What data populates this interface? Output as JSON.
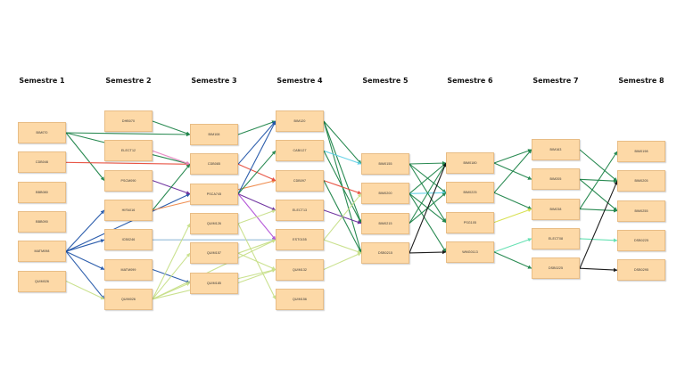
{
  "semesters": [
    {
      "title": "Semestre 1",
      "courses": [
        "BIM070",
        "CDB046",
        "BBB080",
        "BBB090",
        "MATM098",
        "QUIM026"
      ]
    },
    {
      "title": "Semestre 2",
      "courses": [
        "DHB070",
        "ELECT12",
        "PSCM090",
        "HIFA016",
        "ICB0246",
        "MATM099",
        "QUIM026"
      ]
    },
    {
      "title": "Semestre 3",
      "courses": [
        "BIM108",
        "CDB085",
        "PSCA745",
        "QUIM126",
        "QUIM157",
        "QUIM185"
      ]
    },
    {
      "title": "Semestre 4",
      "courses": [
        "BIM120",
        "CABI127",
        "CDB097",
        "ELECT13",
        "EST0155",
        "QUIM132",
        "QUIM156"
      ]
    },
    {
      "title": "Semestre 5",
      "courses": [
        "BIM0155",
        "BIM0200",
        "BIM0215",
        "DSB0215"
      ]
    },
    {
      "title": "Semestre 6",
      "courses": [
        "BIM0180",
        "BIM0225",
        "PSG105",
        "WMG0113"
      ]
    },
    {
      "title": "Semestre 7",
      "courses": [
        "BIM163",
        "BIM205",
        "BIM238",
        "ELECT08",
        "DSB0225"
      ]
    },
    {
      "title": "Semestre 8",
      "courses": [
        "BIM0198",
        "BIM0205",
        "BIM0255",
        "DSB0225",
        "DSB0295"
      ]
    }
  ],
  "edges": [
    {
      "from": [
        0,
        0
      ],
      "to": [
        1,
        2
      ],
      "color": "#1e8449"
    },
    {
      "from": [
        0,
        0
      ],
      "to": [
        2,
        0
      ],
      "color": "#1e8449"
    },
    {
      "from": [
        0,
        0
      ],
      "to": [
        2,
        1
      ],
      "color": "#1e8449"
    },
    {
      "from": [
        0,
        1
      ],
      "to": [
        2,
        1
      ],
      "color": "#e74c3c"
    },
    {
      "from": [
        0,
        4
      ],
      "to": [
        1,
        3
      ],
      "color": "#2155a8"
    },
    {
      "from": [
        0,
        4
      ],
      "to": [
        1,
        4
      ],
      "color": "#2155a8"
    },
    {
      "from": [
        0,
        4
      ],
      "to": [
        1,
        5
      ],
      "color": "#2155a8"
    },
    {
      "from": [
        0,
        4
      ],
      "to": [
        1,
        6
      ],
      "color": "#2155a8"
    },
    {
      "from": [
        0,
        4
      ],
      "to": [
        2,
        2
      ],
      "color": "#2155a8"
    },
    {
      "from": [
        0,
        5
      ],
      "to": [
        1,
        6
      ],
      "color": "#c8e08a"
    },
    {
      "from": [
        1,
        0
      ],
      "to": [
        2,
        0
      ],
      "color": "#1e8449"
    },
    {
      "from": [
        1,
        1
      ],
      "to": [
        2,
        1
      ],
      "color": "#e889c4"
    },
    {
      "from": [
        1,
        2
      ],
      "to": [
        2,
        2
      ],
      "color": "#6a2c9c"
    },
    {
      "from": [
        1,
        3
      ],
      "to": [
        2,
        1
      ],
      "color": "#1e8449"
    },
    {
      "from": [
        1,
        3
      ],
      "to": [
        3,
        2
      ],
      "color": "#ef8a4a"
    },
    {
      "from": [
        1,
        4
      ],
      "to": [
        3,
        4
      ],
      "color": "#8fb8d8"
    },
    {
      "from": [
        1,
        5
      ],
      "to": [
        2,
        5
      ],
      "color": "#2155a8"
    },
    {
      "from": [
        1,
        6
      ],
      "to": [
        2,
        3
      ],
      "color": "#c8e08a"
    },
    {
      "from": [
        1,
        6
      ],
      "to": [
        2,
        4
      ],
      "color": "#c8e08a"
    },
    {
      "from": [
        1,
        6
      ],
      "to": [
        2,
        5
      ],
      "color": "#c8e08a"
    },
    {
      "from": [
        1,
        6
      ],
      "to": [
        3,
        4
      ],
      "color": "#c8e08a"
    },
    {
      "from": [
        1,
        6
      ],
      "to": [
        3,
        5
      ],
      "color": "#c8e08a"
    },
    {
      "from": [
        2,
        0
      ],
      "to": [
        3,
        0
      ],
      "color": "#1e8449"
    },
    {
      "from": [
        2,
        1
      ],
      "to": [
        3,
        0
      ],
      "color": "#2155a8"
    },
    {
      "from": [
        2,
        1
      ],
      "to": [
        3,
        2
      ],
      "color": "#e74c3c"
    },
    {
      "from": [
        2,
        2
      ],
      "to": [
        3,
        0
      ],
      "color": "#2155a8"
    },
    {
      "from": [
        2,
        2
      ],
      "to": [
        3,
        1
      ],
      "color": "#1e8449"
    },
    {
      "from": [
        2,
        2
      ],
      "to": [
        3,
        3
      ],
      "color": "#6a2c9c"
    },
    {
      "from": [
        2,
        2
      ],
      "to": [
        3,
        4
      ],
      "color": "#b14fd6"
    },
    {
      "from": [
        2,
        3
      ],
      "to": [
        3,
        3
      ],
      "color": "#c8e08a"
    },
    {
      "from": [
        2,
        3
      ],
      "to": [
        3,
        6
      ],
      "color": "#c8e08a"
    },
    {
      "from": [
        2,
        4
      ],
      "to": [
        3,
        4
      ],
      "color": "#c8e08a"
    },
    {
      "from": [
        2,
        4
      ],
      "to": [
        3,
        5
      ],
      "color": "#c8e08a"
    },
    {
      "from": [
        2,
        5
      ],
      "to": [
        3,
        5
      ],
      "color": "#c8e08a"
    },
    {
      "from": [
        3,
        0
      ],
      "to": [
        4,
        0
      ],
      "color": "#1e8449"
    },
    {
      "from": [
        3,
        0
      ],
      "to": [
        4,
        2
      ],
      "color": "#1e8449"
    },
    {
      "from": [
        3,
        0
      ],
      "to": [
        4,
        3
      ],
      "color": "#1e8449"
    },
    {
      "from": [
        3,
        1
      ],
      "to": [
        4,
        0
      ],
      "color": "#5fd0e6"
    },
    {
      "from": [
        3,
        1
      ],
      "to": [
        4,
        2
      ],
      "color": "#1e8449"
    },
    {
      "from": [
        3,
        2
      ],
      "to": [
        4,
        1
      ],
      "color": "#e74c3c"
    },
    {
      "from": [
        3,
        2
      ],
      "to": [
        4,
        3
      ],
      "color": "#1e8449"
    },
    {
      "from": [
        3,
        3
      ],
      "to": [
        4,
        2
      ],
      "color": "#6a2c9c"
    },
    {
      "from": [
        3,
        4
      ],
      "to": [
        4,
        1
      ],
      "color": "#c8e08a"
    },
    {
      "from": [
        3,
        4
      ],
      "to": [
        4,
        3
      ],
      "color": "#c8e08a"
    },
    {
      "from": [
        3,
        5
      ],
      "to": [
        4,
        3
      ],
      "color": "#c8e08a"
    },
    {
      "from": [
        4,
        0
      ],
      "to": [
        5,
        0
      ],
      "color": "#1e8449"
    },
    {
      "from": [
        4,
        0
      ],
      "to": [
        5,
        1
      ],
      "color": "#1e8449"
    },
    {
      "from": [
        4,
        0
      ],
      "to": [
        5,
        2
      ],
      "color": "#1e8449"
    },
    {
      "from": [
        4,
        1
      ],
      "to": [
        5,
        0
      ],
      "color": "#1e8449"
    },
    {
      "from": [
        4,
        1
      ],
      "to": [
        5,
        1
      ],
      "color": "#5fd0e6"
    },
    {
      "from": [
        4,
        1
      ],
      "to": [
        5,
        2
      ],
      "color": "#1e8449"
    },
    {
      "from": [
        4,
        1
      ],
      "to": [
        5,
        3
      ],
      "color": "#1e8449"
    },
    {
      "from": [
        4,
        2
      ],
      "to": [
        5,
        0
      ],
      "color": "#1e8449"
    },
    {
      "from": [
        4,
        2
      ],
      "to": [
        5,
        1
      ],
      "color": "#1e8449"
    },
    {
      "from": [
        4,
        3
      ],
      "to": [
        5,
        0
      ],
      "color": "#111111"
    },
    {
      "from": [
        4,
        3
      ],
      "to": [
        5,
        3
      ],
      "color": "#111111"
    },
    {
      "from": [
        5,
        0
      ],
      "to": [
        6,
        0
      ],
      "color": "#1e8449"
    },
    {
      "from": [
        5,
        0
      ],
      "to": [
        6,
        1
      ],
      "color": "#1e8449"
    },
    {
      "from": [
        5,
        1
      ],
      "to": [
        6,
        0
      ],
      "color": "#1e8449"
    },
    {
      "from": [
        5,
        1
      ],
      "to": [
        6,
        2
      ],
      "color": "#1e8449"
    },
    {
      "from": [
        5,
        2
      ],
      "to": [
        6,
        2
      ],
      "color": "#d6e04a"
    },
    {
      "from": [
        5,
        3
      ],
      "to": [
        6,
        3
      ],
      "color": "#5fe0b0"
    },
    {
      "from": [
        5,
        3
      ],
      "to": [
        6,
        4
      ],
      "color": "#1e8449"
    },
    {
      "from": [
        6,
        0
      ],
      "to": [
        7,
        1
      ],
      "color": "#1e8449"
    },
    {
      "from": [
        6,
        1
      ],
      "to": [
        7,
        1
      ],
      "color": "#1e8449"
    },
    {
      "from": [
        6,
        1
      ],
      "to": [
        7,
        2
      ],
      "color": "#1e8449"
    },
    {
      "from": [
        6,
        2
      ],
      "to": [
        7,
        0
      ],
      "color": "#1e8449"
    },
    {
      "from": [
        6,
        2
      ],
      "to": [
        7,
        2
      ],
      "color": "#1e8449"
    },
    {
      "from": [
        6,
        3
      ],
      "to": [
        7,
        3
      ],
      "color": "#5fe0b0"
    },
    {
      "from": [
        6,
        4
      ],
      "to": [
        7,
        1
      ],
      "color": "#111111"
    },
    {
      "from": [
        6,
        4
      ],
      "to": [
        7,
        4
      ],
      "color": "#111111"
    }
  ]
}
